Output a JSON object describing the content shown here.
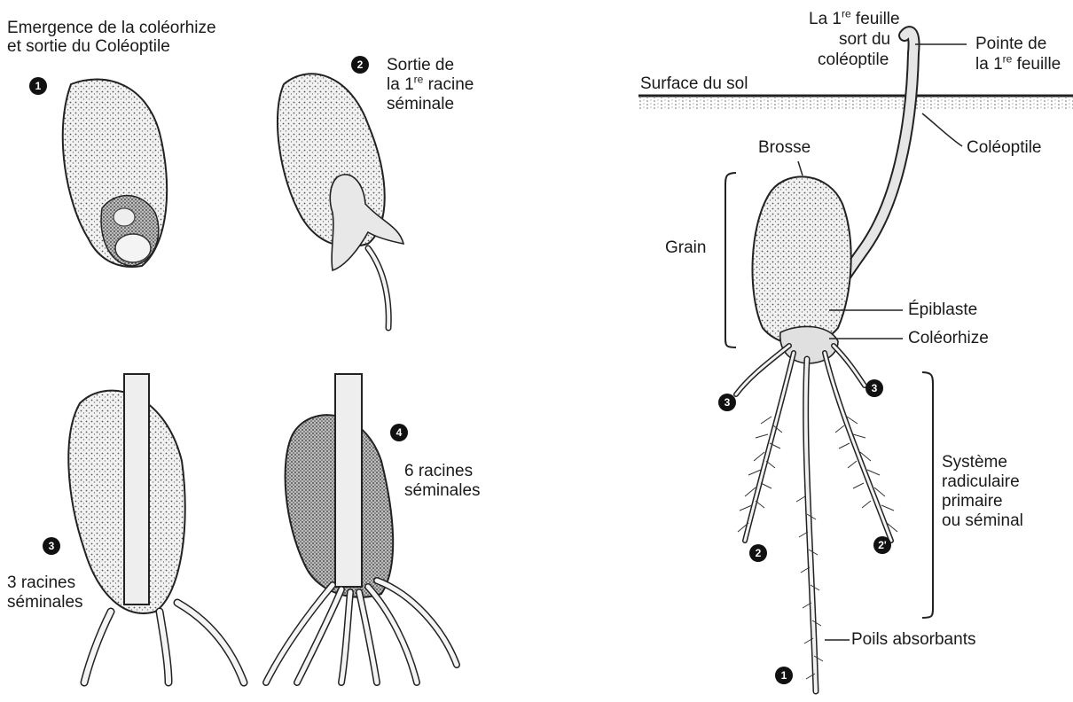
{
  "left_panel": {
    "title_line1": "Emergence de la coléorhize",
    "title_line2": "et sortie du Coléoptile",
    "step1_number": "1",
    "step2_number": "2",
    "step2_line1": "Sortie de",
    "step2_line2_pre": "la 1",
    "step2_line2_sup": "re",
    "step2_line2_post": " racine",
    "step2_line3": "séminale",
    "step3_number": "3",
    "step3_line1": "3 racines",
    "step3_line2": "séminales",
    "step4_number": "4",
    "step4_line1": "6 racines",
    "step4_line2": "séminales"
  },
  "right_panel": {
    "first_leaf_line1_pre": "La 1",
    "first_leaf_line1_sup": "re",
    "first_leaf_line1_post": " feuille",
    "first_leaf_line2": "sort du",
    "first_leaf_line3": "coléoptile",
    "leaf_tip_line1": "Pointe de",
    "leaf_tip_line2_pre": "la 1",
    "leaf_tip_line2_sup": "re",
    "leaf_tip_line2_post": " feuille",
    "soil_surface": "Surface du sol",
    "coleoptile": "Coléoptile",
    "brosse": "Brosse",
    "grain": "Grain",
    "epiblaste": "Épiblaste",
    "coleorhize": "Coléorhize",
    "system_line1": "Système",
    "system_line2": "radiculaire",
    "system_line3": "primaire",
    "system_line4": "ou séminal",
    "root_hairs": "Poils absorbants",
    "root_3_left": "3",
    "root_3_right": "3",
    "root_2": "2",
    "root_2_prime": "2'",
    "root_1": "1"
  }
}
